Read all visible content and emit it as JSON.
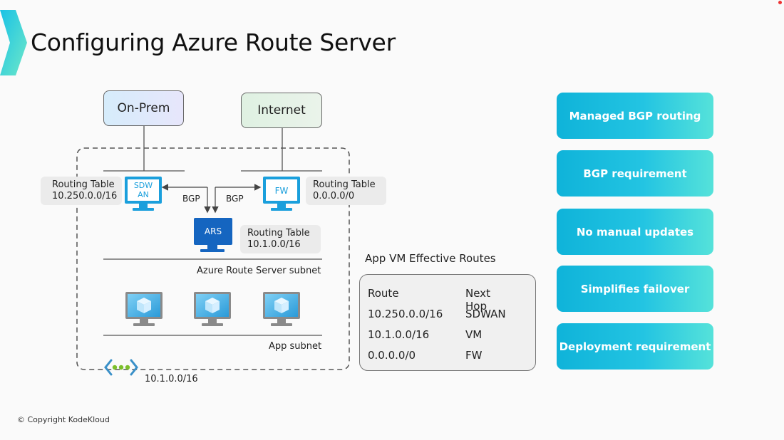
{
  "title": "Configuring Azure Route Server",
  "copyright": "© Copyright KodeKloud",
  "diagram": {
    "onprem": "On-Prem",
    "internet": "Internet",
    "sdwan_label": [
      "SDW",
      "AN"
    ],
    "fw_label": "FW",
    "ars_label": "ARS",
    "bgp_left": "BGP",
    "bgp_right": "BGP",
    "rt_sdwan": {
      "title": "Routing Table",
      "value": "10.250.0.0/16"
    },
    "rt_fw": {
      "title": "Routing Table",
      "value": "0.0.0.0/0"
    },
    "rt_ars": {
      "title": "Routing Table",
      "value": "10.1.0.0/16"
    },
    "ars_subnet": "Azure Route Server subnet",
    "app_subnet": "App subnet",
    "vnet_cidr": "10.1.0.0/16"
  },
  "routes": {
    "title": "App VM Effective Routes",
    "header": [
      "Route",
      "Next Hop"
    ],
    "rows": [
      [
        "10.250.0.0/16",
        "SDWAN"
      ],
      [
        "10.1.0.0/16",
        "VM"
      ],
      [
        "0.0.0.0/0",
        "FW"
      ]
    ]
  },
  "features": [
    "Managed BGP routing",
    "BGP requirement",
    "No manual updates",
    "Simplifies failover",
    "Deployment requirement"
  ],
  "colors": {
    "accent_teal": "#1ec0e0",
    "monitor_blue": "#1a9fdc",
    "ars_blue": "#1565c0",
    "vnet_green": "#7bbf2a"
  }
}
